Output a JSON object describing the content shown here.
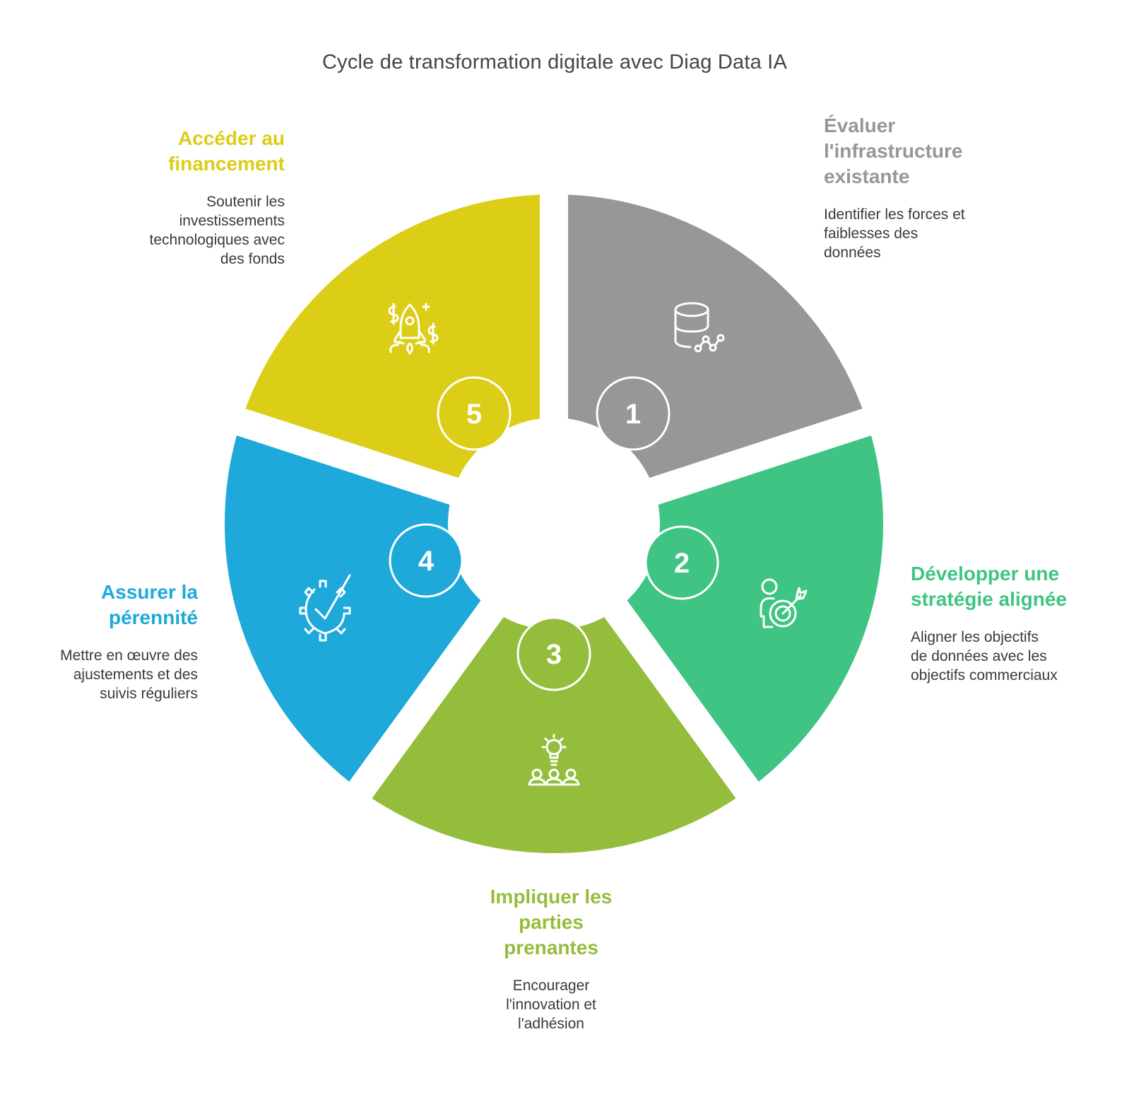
{
  "title": "Cycle de transformation digitale avec Diag Data IA",
  "colors": {
    "step1": "#979797",
    "step2": "#3fc484",
    "step3": "#95bd3c",
    "step4": "#1ea9da",
    "step5": "#dccd17",
    "text": "#3a3a3a",
    "title": "#444444"
  },
  "steps": [
    {
      "number": "1",
      "heading_lines": [
        "Évaluer",
        "l'infrastructure",
        "existante"
      ],
      "heading": "Évaluer l'infrastructure existante",
      "description": "Identifier les forces et faiblesses des données",
      "icon": "database-network-icon"
    },
    {
      "number": "2",
      "heading": "Développer une stratégie alignée",
      "description": "Aligner les objectifs de données avec les objectifs commerciaux",
      "icon": "person-target-icon"
    },
    {
      "number": "3",
      "heading": "Impliquer les parties prenantes",
      "description": "Encourager l'innovation et l'adhésion",
      "icon": "lightbulb-team-icon"
    },
    {
      "number": "4",
      "heading": "Assurer la pérennité",
      "description": "Mettre en œuvre des ajustements et des suivis réguliers",
      "icon": "gear-check-icon"
    },
    {
      "number": "5",
      "heading": "Accéder au financement",
      "description": "Soutenir les investissements technologiques avec des fonds",
      "icon": "rocket-dollar-icon"
    }
  ]
}
